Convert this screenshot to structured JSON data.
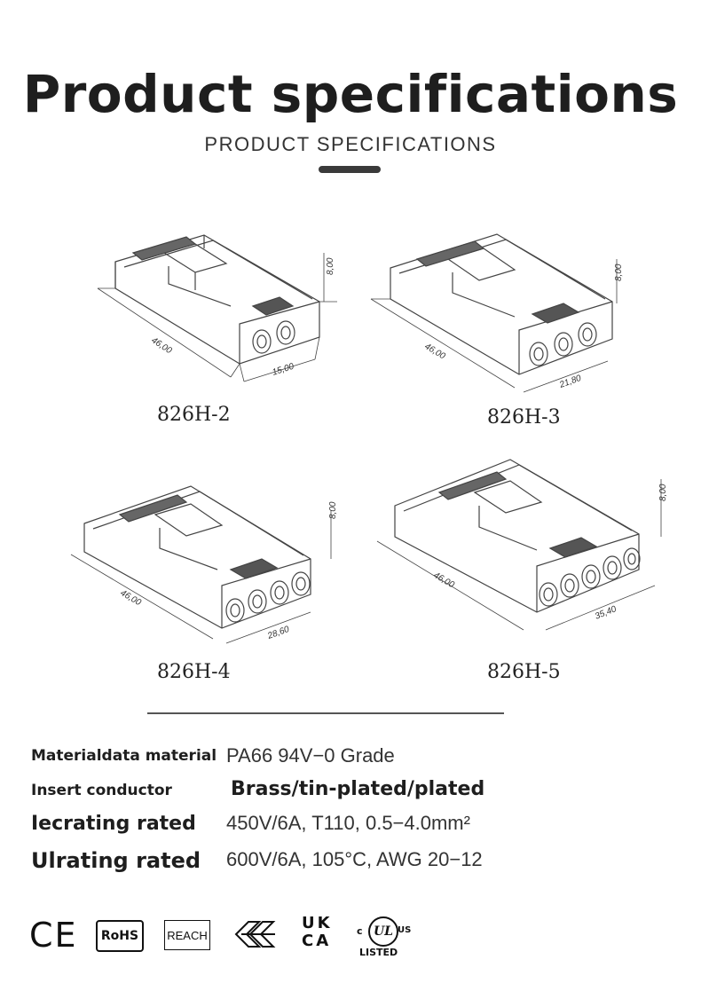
{
  "header": {
    "title": "Product specifications",
    "subtitle": "PRODUCT SPECIFICATIONS"
  },
  "products": [
    {
      "model": "826H-2",
      "length": "46,00",
      "width": "15,00",
      "height": "8,00",
      "ports": 2
    },
    {
      "model": "826H-3",
      "length": "46,00",
      "width": "21,80",
      "height": "8,00",
      "ports": 3
    },
    {
      "model": "826H-4",
      "length": "46,00",
      "width": "28,60",
      "height": "8,00",
      "ports": 4
    },
    {
      "model": "826H-5",
      "length": "46,00",
      "width": "35,40",
      "height": "8,00",
      "ports": 5
    }
  ],
  "specs": [
    {
      "label": "Materialdata material",
      "value": "PA66 94V−0 Grade"
    },
    {
      "label": "Insert conductor",
      "value": "Brass/tin-plated/plated"
    },
    {
      "label": "Iecrating rated",
      "value": "450V/6A, T110, 0.5−4.0mm²"
    },
    {
      "label": "Ulrating rated",
      "value": "600V/6A, 105°C, AWG 20−12"
    }
  ],
  "certifications": {
    "ce": "CE",
    "rohs": "RoHS",
    "reach": "REACH",
    "ukca_top": "UK",
    "ukca_bottom": "CA",
    "ul_mark": "UL",
    "ul_c": "c",
    "ul_us": "US",
    "ul_listed": "LISTED"
  }
}
